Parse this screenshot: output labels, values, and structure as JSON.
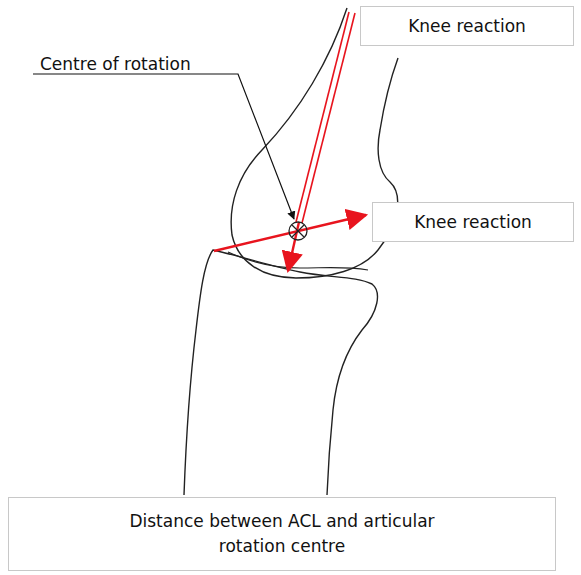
{
  "diagram": {
    "labels": [
      "Knee reaction",
      "Centre of rotation",
      "Knee reaction",
      "Distance between ACL and articular rotation centre"
    ]
  }
}
